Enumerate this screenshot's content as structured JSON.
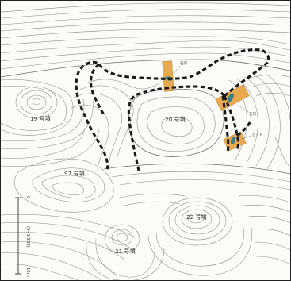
{
  "map": {
    "colors": {
      "contour": "#8a8a8a",
      "route": "#1a1a1a",
      "excavation": "#e8a94f",
      "stone": "#3a7d86",
      "paper": "#fbfbf8"
    },
    "labels": {
      "mound_19": "19 号墳",
      "mound_20": "20 号墳",
      "mound_21": "21 号墳",
      "mound_22": "22 号墳",
      "mound_97": "97 号墳",
      "stone_a": "石列",
      "stone_b": "石列",
      "pit": "ピット"
    },
    "scale": {
      "top": "0",
      "middle": "(S=1/200)",
      "bottom": "10m"
    }
  }
}
